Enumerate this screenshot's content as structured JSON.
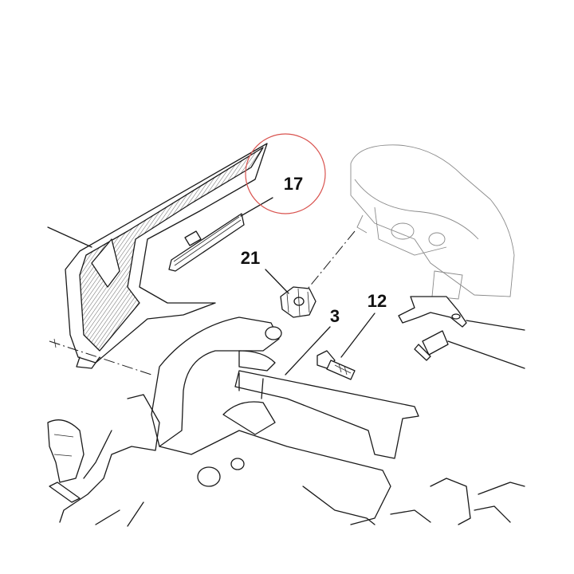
{
  "callouts": [
    {
      "id": "17",
      "label": "17"
    },
    {
      "id": "21",
      "label": "21"
    },
    {
      "id": "3",
      "label": "3"
    },
    {
      "id": "12",
      "label": "12"
    }
  ],
  "highlight": {
    "target": "17",
    "color": "#d9534f"
  },
  "colors": {
    "line": "#1a1a1a",
    "background": "#ffffff",
    "faint": "#8a8a8a"
  }
}
